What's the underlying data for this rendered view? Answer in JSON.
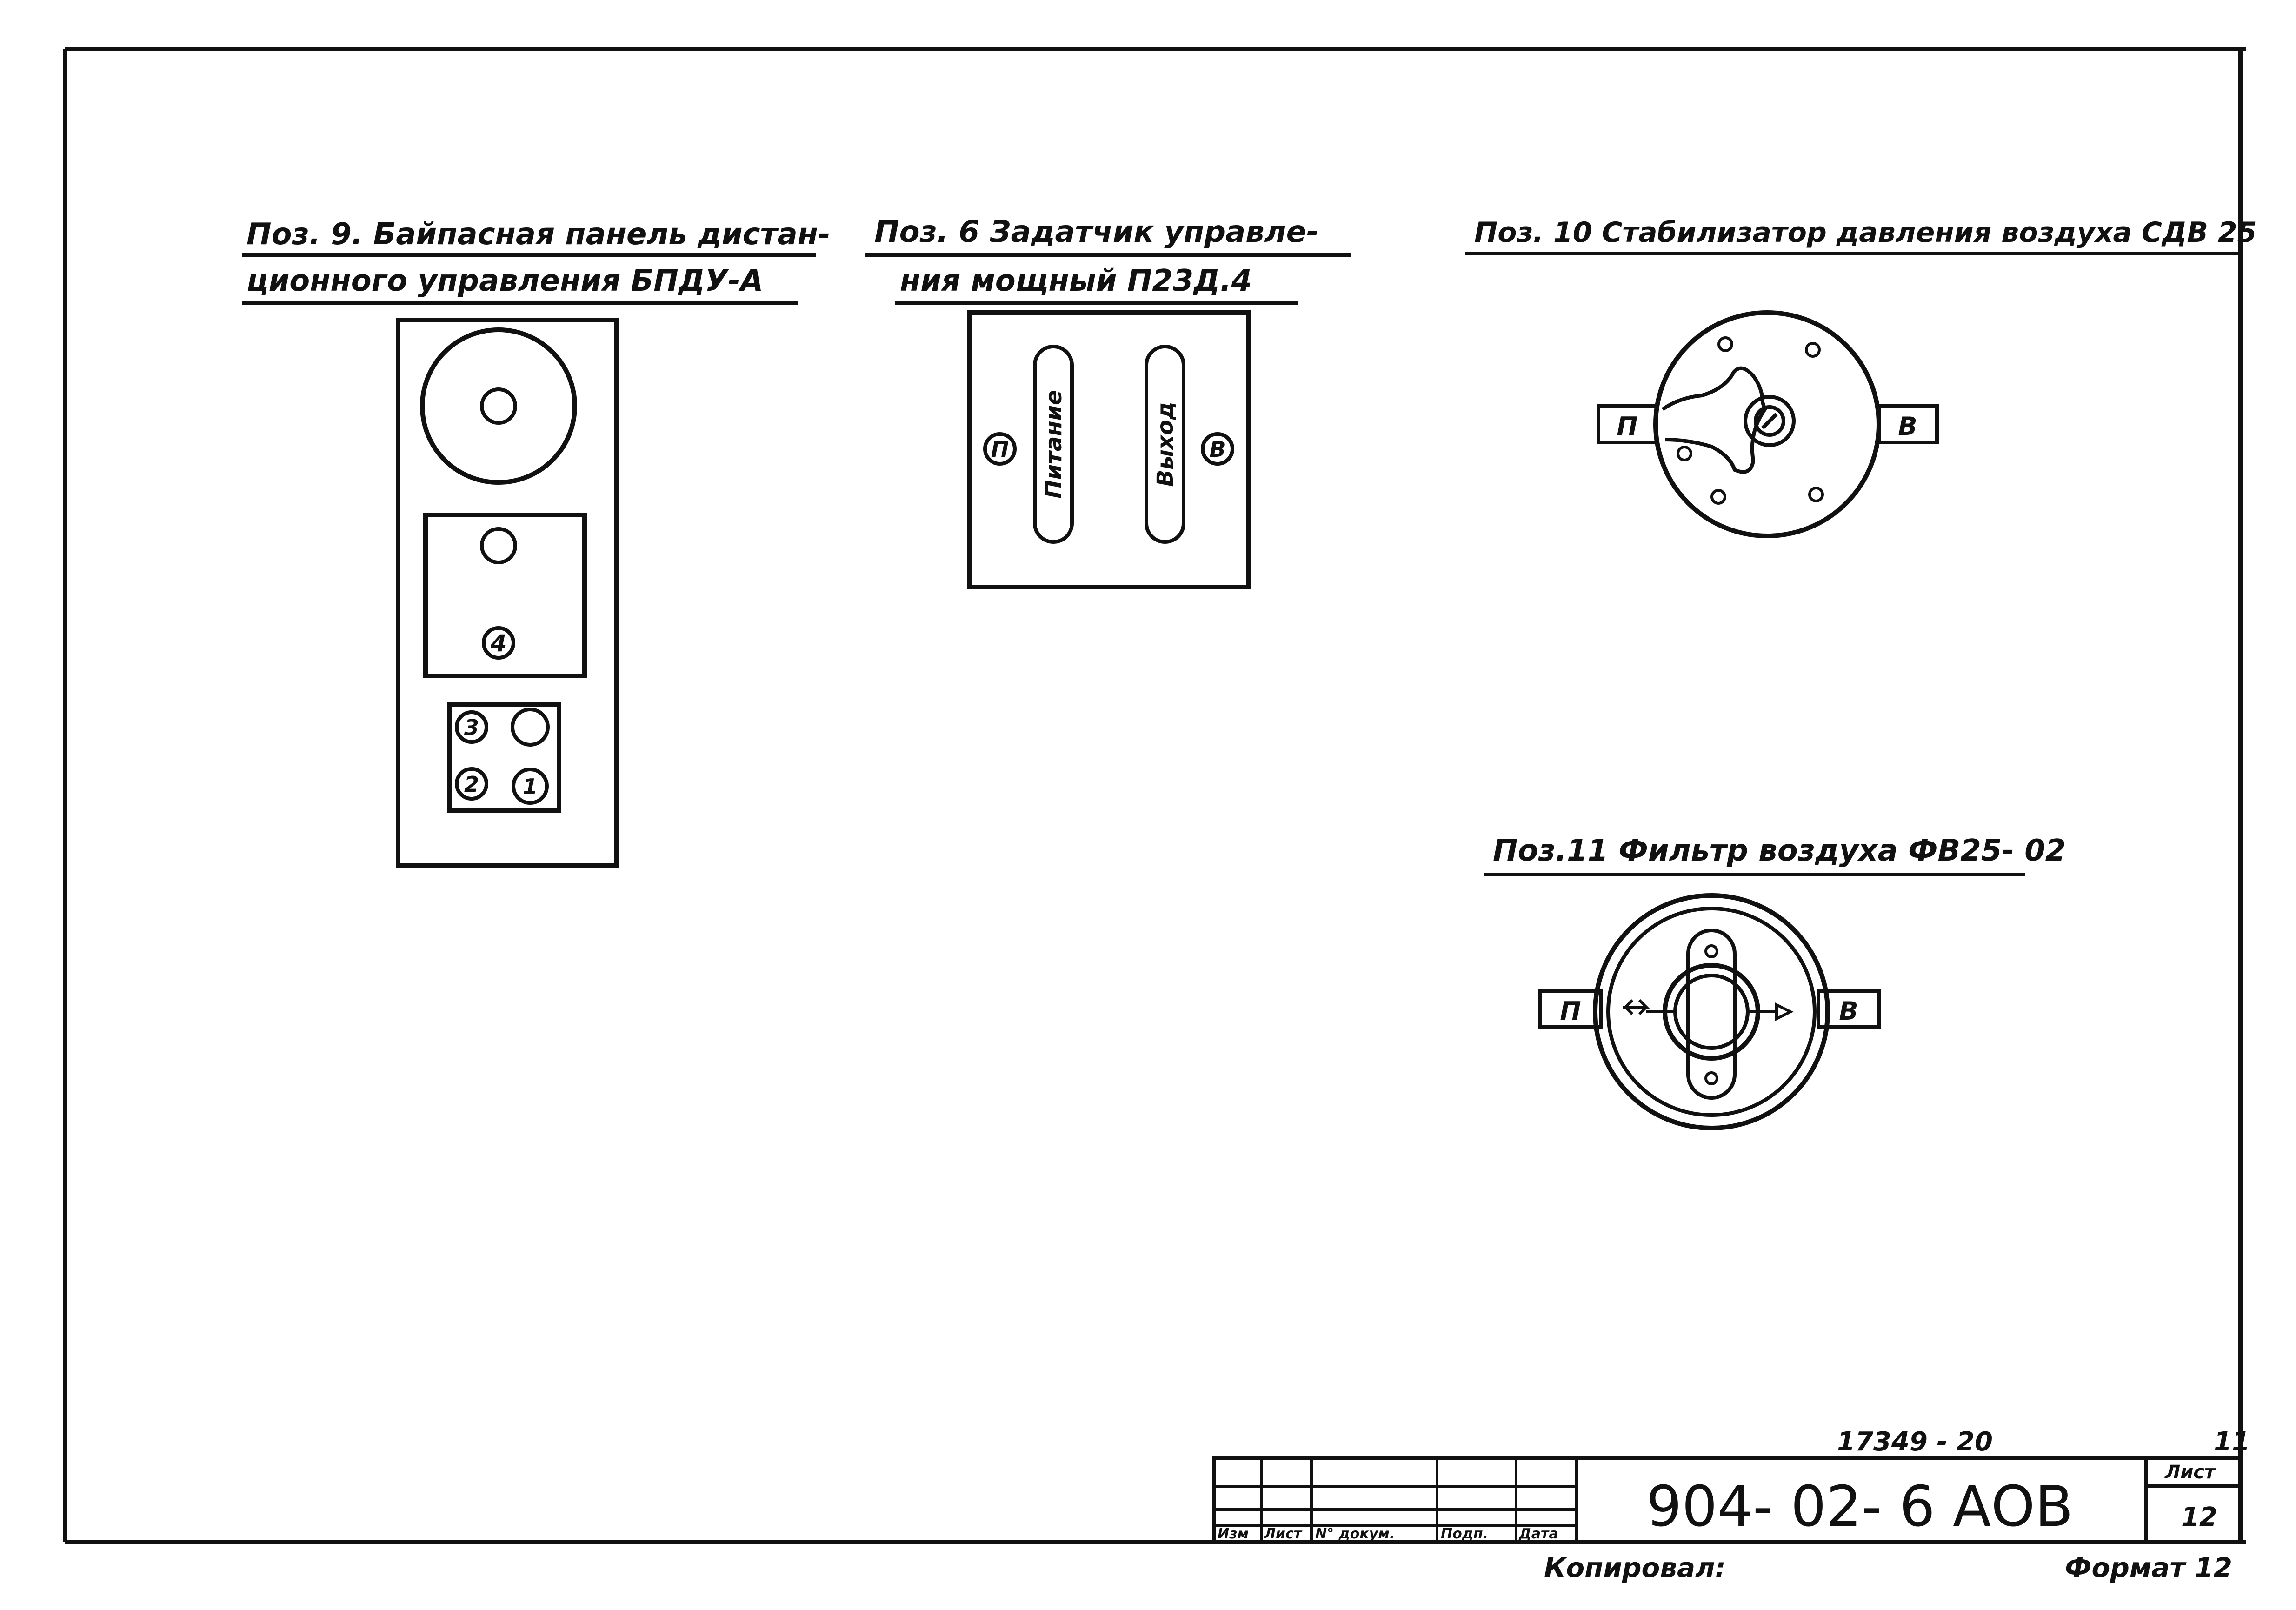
{
  "drawing": {
    "pos9": {
      "title_line1": "Поз. 9. Байпасная панель дистан-",
      "title_line2": "ционного управления БПДУ-А",
      "labels": {
        "l4": "4",
        "l3": "3",
        "l2": "2",
        "l1": "1"
      }
    },
    "pos6": {
      "title_line1": "Поз. 6  Задатчик  управле-",
      "title_line2": "ния  мощный П23Д.4",
      "slot_left": "Питание",
      "slot_right": "Выход",
      "mark_left": "П",
      "mark_right": "В"
    },
    "pos10": {
      "title": "Поз. 10 Стабилизатор давления воздуха СДВ 25",
      "left_label": "П",
      "right_label": "В"
    },
    "pos11": {
      "title": "Поз.11 Фильтр воздуха ФВ25- 02",
      "left_label": "П",
      "right_label": "В"
    }
  },
  "stamp": {
    "archive_no": "17349 - 20",
    "sheet_count": "11",
    "code": "904- 02- 6   АОВ",
    "list_label": "Лист",
    "list_no": "12",
    "cols": [
      "Изм",
      "Лист",
      "N° докум.",
      "Подп.",
      "Дата"
    ],
    "copied_label": "Копировал:",
    "format_label": "Формат 12"
  }
}
